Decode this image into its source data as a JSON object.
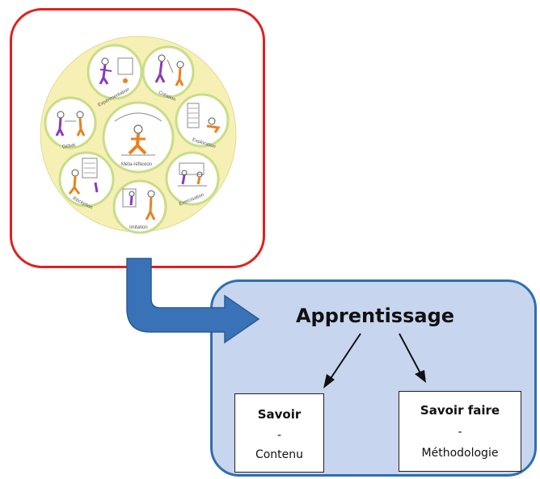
{
  "wheel": {
    "center_label": "Méta-réflexion",
    "segments": [
      {
        "label": "Expérimentation"
      },
      {
        "label": "Création"
      },
      {
        "label": "Exploration"
      },
      {
        "label": "Exercisation"
      },
      {
        "label": "Imitation"
      },
      {
        "label": "Réception"
      },
      {
        "label": "Débat"
      }
    ]
  },
  "main": {
    "title": "Apprentissage",
    "left": {
      "name": "Savoir",
      "dash": "-",
      "desc": "Contenu"
    },
    "right": {
      "name": "Savoir faire",
      "dash": "-",
      "desc": "Méthodologie"
    }
  },
  "colors": {
    "red_border": "#e02020",
    "blue_fill": "#c7d6ee",
    "blue_border": "#2f6fad",
    "arrow_blue": "#3a72b8",
    "wheel_fill": "#f6f0b4",
    "wheel_ring": "#c8dd88",
    "accent_orange": "#e8821e",
    "accent_purple": "#8a3ab9"
  }
}
